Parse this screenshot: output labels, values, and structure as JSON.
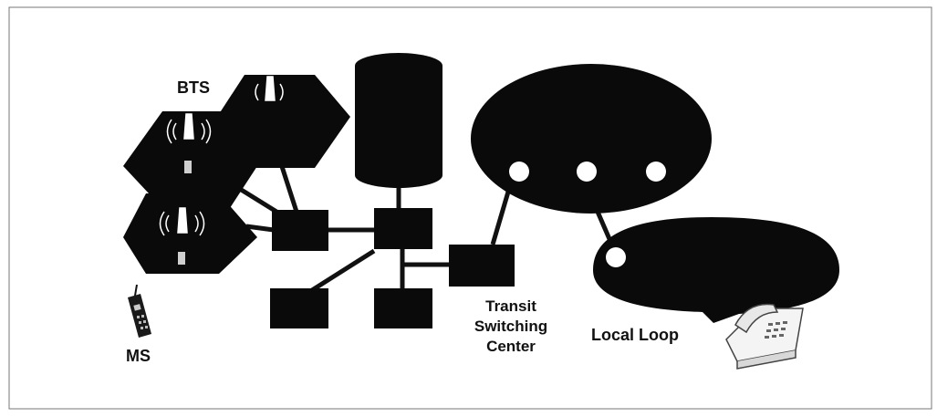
{
  "labels": {
    "bts": "BTS",
    "ms": "MS",
    "transit_line1": "Transit",
    "transit_line2": "Switching",
    "transit_line3": "Center",
    "local_loop": "Local Loop"
  },
  "icons": {
    "bts_tower": "radio-tower-icon",
    "mobile_station": "mobile-phone-icon",
    "telephone": "desk-telephone-icon"
  },
  "colors": {
    "fill": "#0a0a0a",
    "line": "#111111",
    "background": "#ffffff",
    "node_dot": "#ffffff"
  }
}
